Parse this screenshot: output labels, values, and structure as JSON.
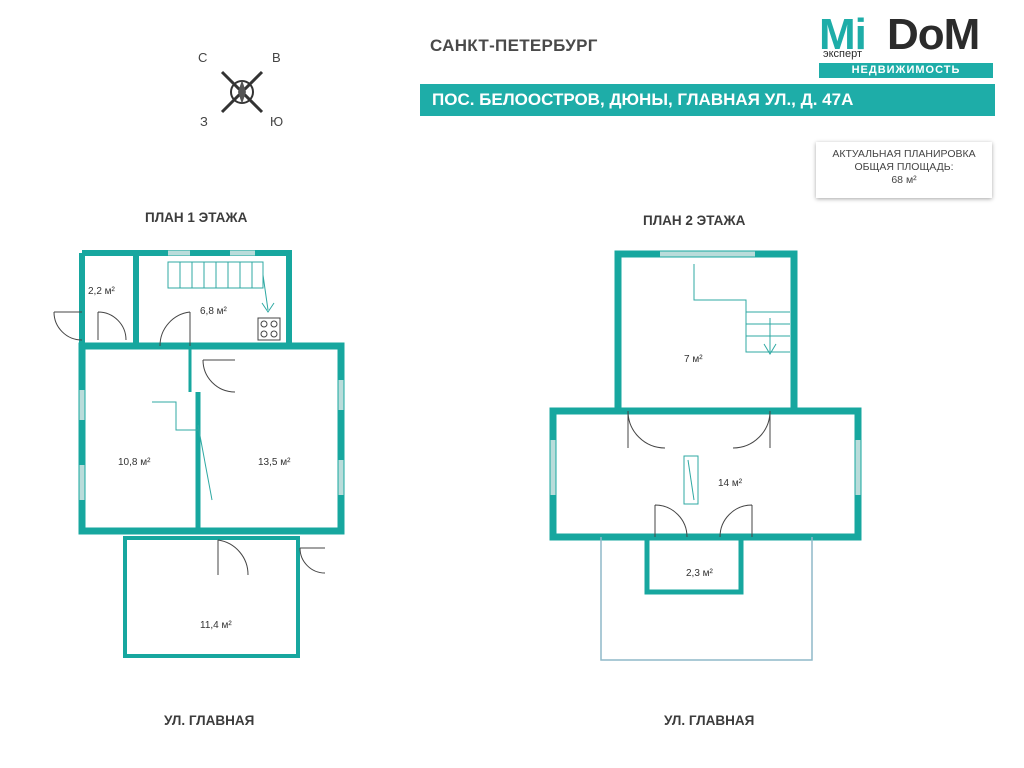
{
  "header": {
    "city": "САНКТ-ПЕТЕРБУРГ",
    "address": "ПОС. БЕЛООСТРОВ, ДЮНЫ, ГЛАВНАЯ УЛ., Д. 47А"
  },
  "logo": {
    "mi": "Mi",
    "dom": "DoM",
    "expert": "эксперт",
    "tagline": "НЕДВИЖИМОСТЬ"
  },
  "info": {
    "line1": "АКТУАЛЬНАЯ ПЛАНИРОВКА",
    "line2": "ОБЩАЯ ПЛОЩАДЬ:",
    "line3": "68 м²"
  },
  "compass": {
    "north": "С",
    "east": "В",
    "west": "З",
    "south": "Ю"
  },
  "plan1": {
    "title": "ПЛАН 1 ЭТАЖА",
    "street": "УЛ. ГЛАВНАЯ",
    "rooms": [
      "2,2 м²",
      "6,8 м²",
      "10,8 м²",
      "13,5 м²",
      "11,4 м²"
    ]
  },
  "plan2": {
    "title": "ПЛАН 2 ЭТАЖА",
    "street": "УЛ. ГЛАВНАЯ",
    "rooms": [
      "7 м²",
      "14 м²",
      "2,3 м²"
    ]
  },
  "colors": {
    "wall": "#17a79f",
    "window": "#b9dcda",
    "accent": "#1eada8"
  }
}
